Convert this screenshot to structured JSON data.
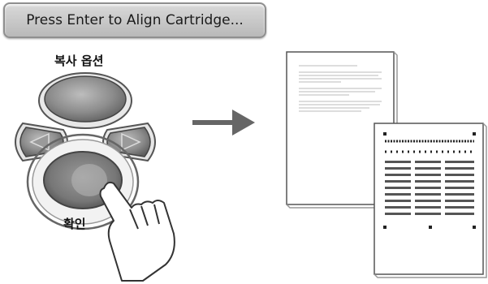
{
  "display": {
    "message": "Press Enter to Align Cartridge..."
  },
  "control_panel": {
    "copy_options_label": "복사 옵션",
    "ok_label": "확인"
  },
  "icons": {
    "up": "up-button",
    "left": "left-arrow-button",
    "right": "right-arrow-button",
    "ok": "ok-button",
    "hand": "pointing-hand-icon",
    "arrow": "right-arrow-icon"
  },
  "colors": {
    "lcd_background": "#c6c6c6",
    "button_gray": "#8a8a8a",
    "paper": "#ffffff"
  }
}
